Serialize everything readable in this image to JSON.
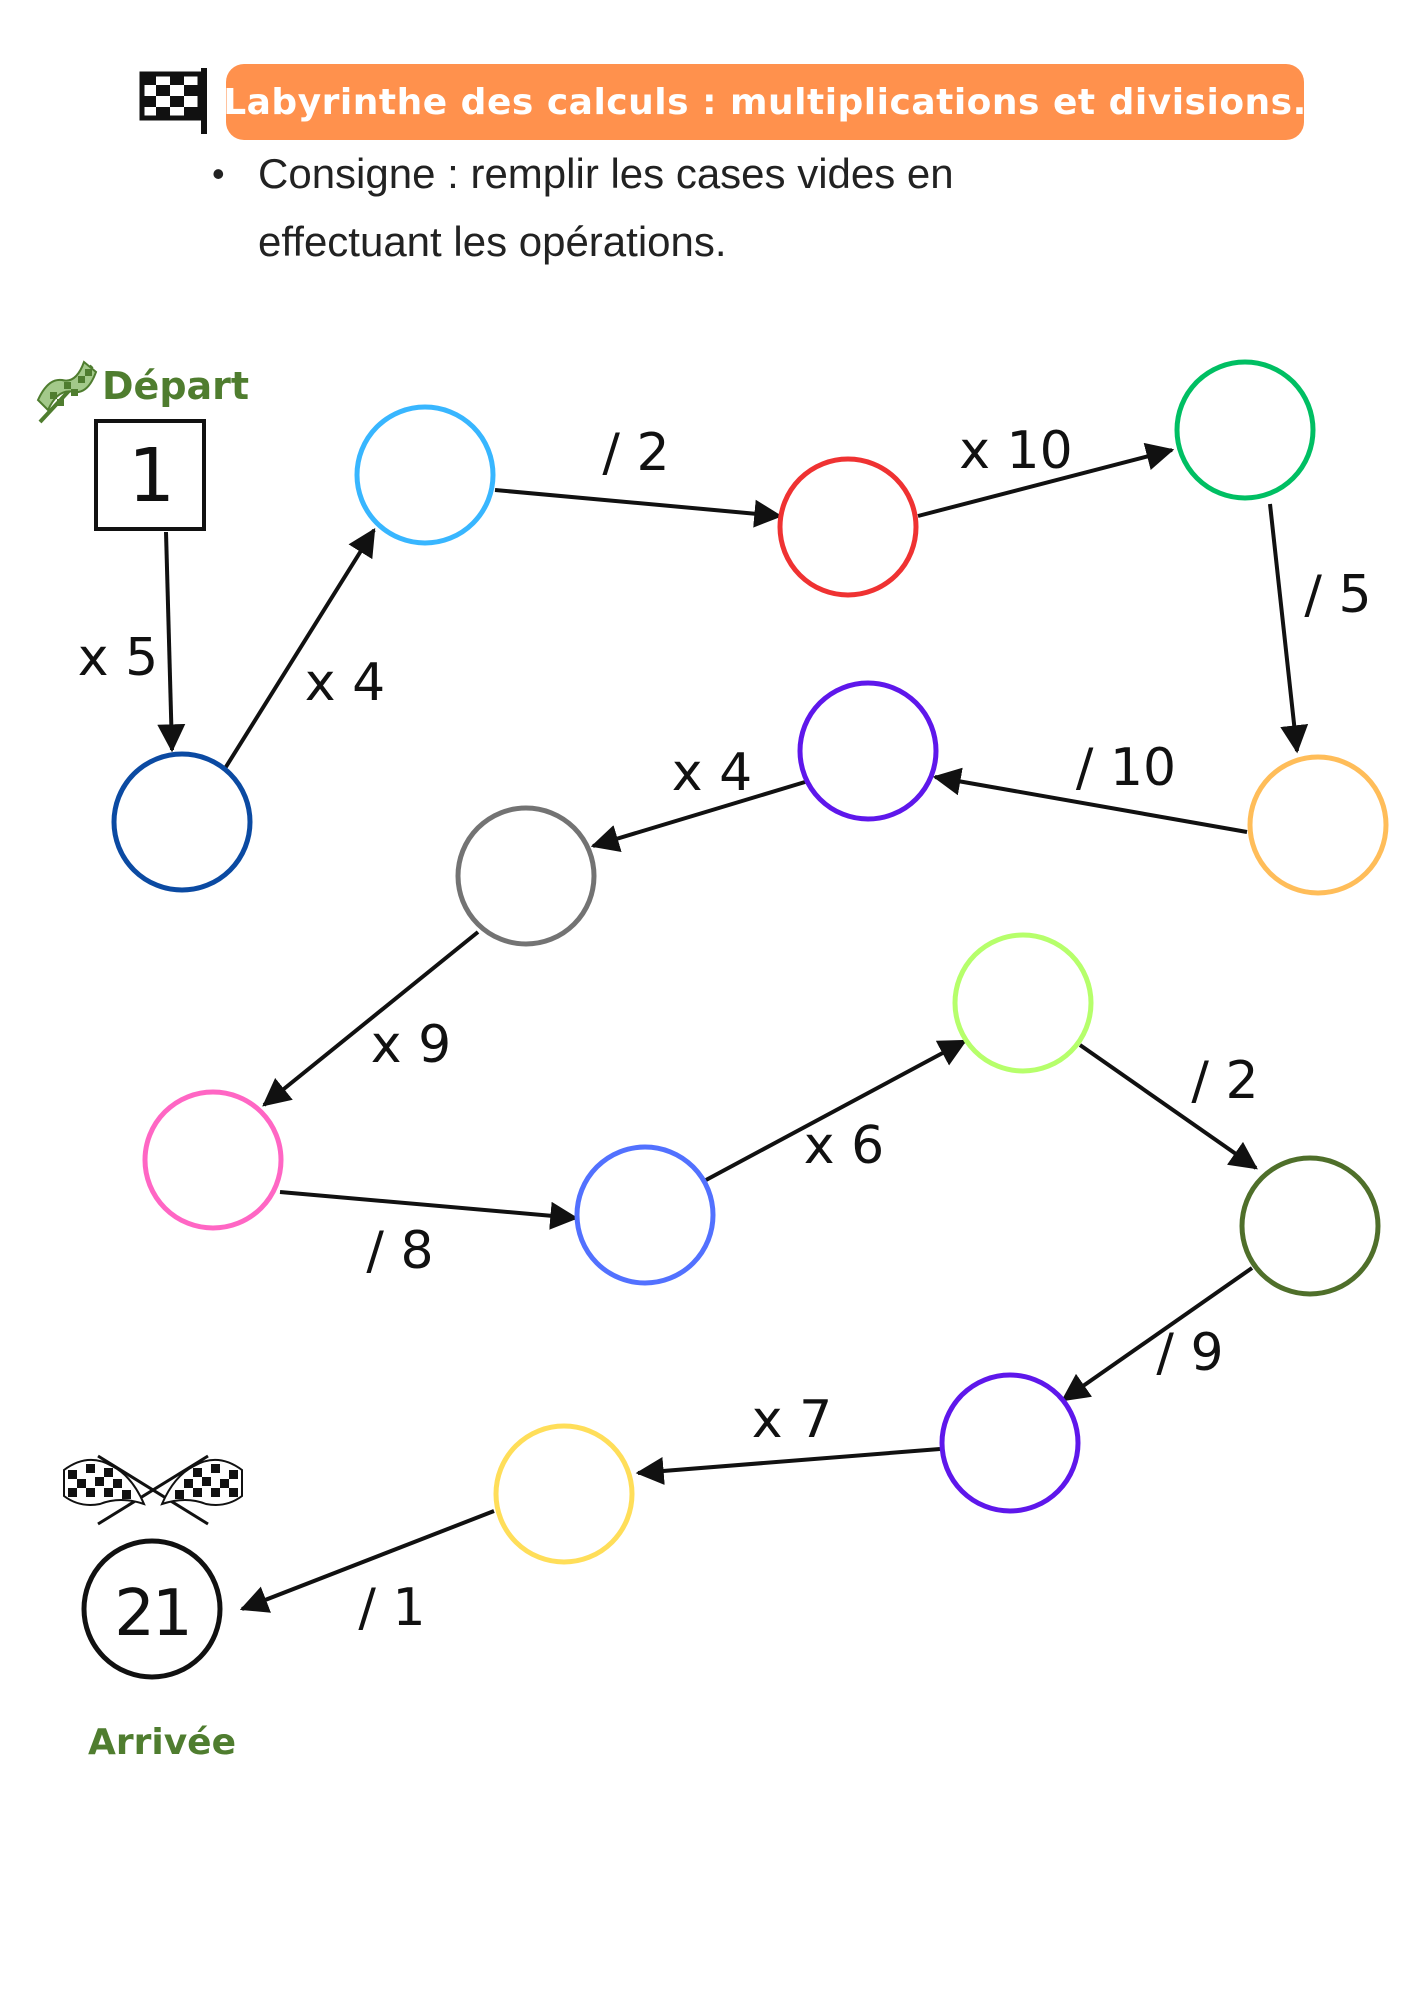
{
  "header": {
    "title": "Labyrinthe des calculs : multiplications et divisions.",
    "consigne_line1": "Consigne : remplir les cases vides en",
    "consigne_line2": "effectuant les opérations.",
    "accent_color": "#ff914d"
  },
  "depart": {
    "label": "Départ",
    "value": "1",
    "label_color": "#4f7d2f"
  },
  "arrivee": {
    "label": "Arrivée",
    "value": "21",
    "label_color": "#4f7d2f"
  },
  "nodes": [
    {
      "id": "start",
      "value": "1"
    },
    {
      "id": "n1",
      "color": "#0b4aa2",
      "value": ""
    },
    {
      "id": "n2",
      "color": "#38b6ff",
      "value": ""
    },
    {
      "id": "n3",
      "color": "#ef3232",
      "value": ""
    },
    {
      "id": "n4",
      "color": "#00bf63",
      "value": ""
    },
    {
      "id": "n5",
      "color": "#ffbd59",
      "value": ""
    },
    {
      "id": "n6",
      "color": "#5e17eb",
      "value": ""
    },
    {
      "id": "n7",
      "color": "#737373",
      "value": ""
    },
    {
      "id": "n8",
      "color": "#ff66c4",
      "value": ""
    },
    {
      "id": "n9",
      "color": "#5271ff",
      "value": ""
    },
    {
      "id": "n10",
      "color": "#b6ff6b",
      "value": ""
    },
    {
      "id": "n11",
      "color": "#4f6f2a",
      "value": ""
    },
    {
      "id": "n12",
      "color": "#5e17eb",
      "value": ""
    },
    {
      "id": "n13",
      "color": "#ffde59",
      "value": ""
    },
    {
      "id": "end",
      "value": "21"
    }
  ],
  "operations": [
    "x 5",
    "x 4",
    "/ 2",
    "x 10",
    "/ 5",
    "/ 10",
    "x 4",
    "x 9",
    "/ 8",
    "x 6",
    "/ 2",
    "/ 9",
    "x 7",
    "/ 1"
  ],
  "icons": {
    "header": "checkered-flag-icon",
    "depart": "checkered-flag-icon",
    "arrivee": "crossed-checkered-flags-icon"
  }
}
